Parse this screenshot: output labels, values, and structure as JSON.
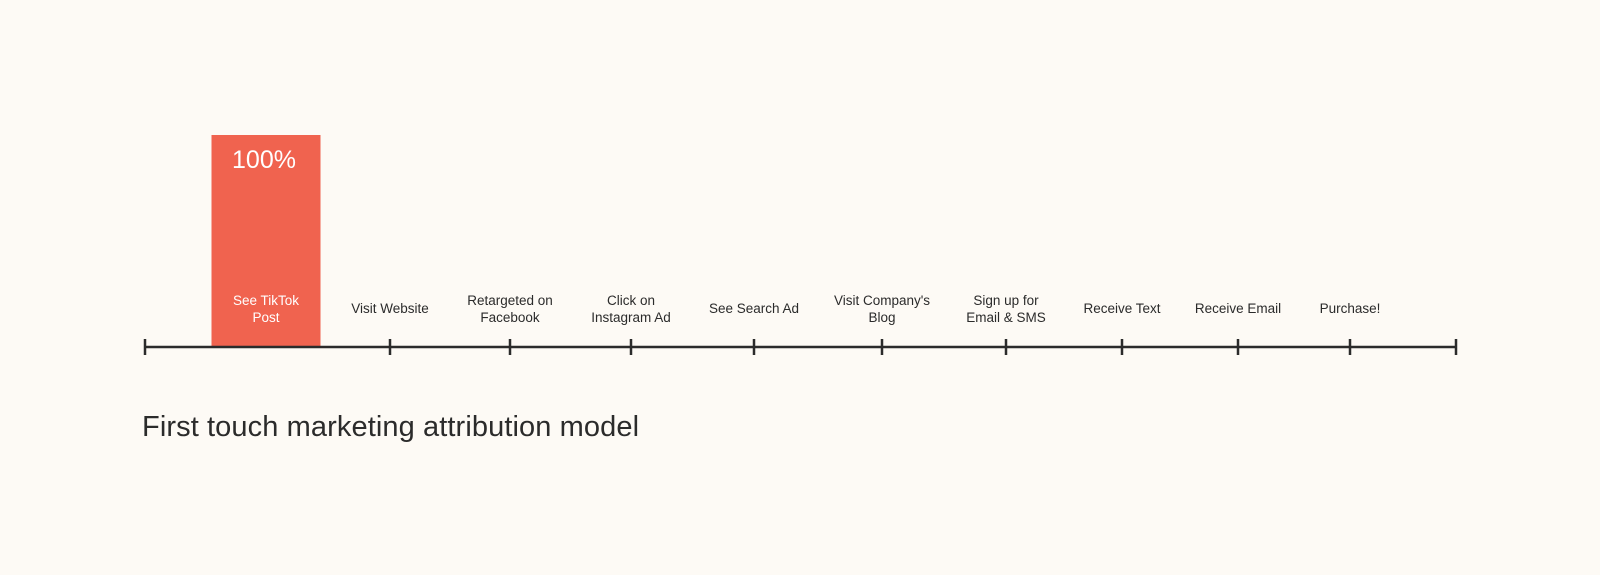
{
  "chart_data": {
    "type": "bar",
    "categories": [
      "See TikTok Post",
      "Visit Website",
      "Retargeted on Facebook",
      "Click on Instagram Ad",
      "See Search Ad",
      "Visit Company's Blog",
      "Sign up for Email & SMS",
      "Receive Text",
      "Receive Email",
      "Purchase!"
    ],
    "category_lines": [
      [
        "See TikTok",
        "Post"
      ],
      [
        "Visit Website"
      ],
      [
        "Retargeted on",
        "Facebook"
      ],
      [
        "Click on",
        "Instagram Ad"
      ],
      [
        "See Search Ad"
      ],
      [
        "Visit Company's",
        "Blog"
      ],
      [
        "Sign up for",
        "Email & SMS"
      ],
      [
        "Receive Text"
      ],
      [
        "Receive Email"
      ],
      [
        "Purchase!"
      ]
    ],
    "values": [
      100,
      0,
      0,
      0,
      0,
      0,
      0,
      0,
      0,
      0
    ],
    "data_labels": [
      "100%",
      "",
      "",
      "",
      "",
      "",
      "",
      "",
      "",
      ""
    ],
    "ylim": [
      0,
      100
    ],
    "grid": false,
    "bar_color": "#f0634f",
    "axis_color": "#2b2b2b",
    "title": "First touch marketing attribution model"
  }
}
